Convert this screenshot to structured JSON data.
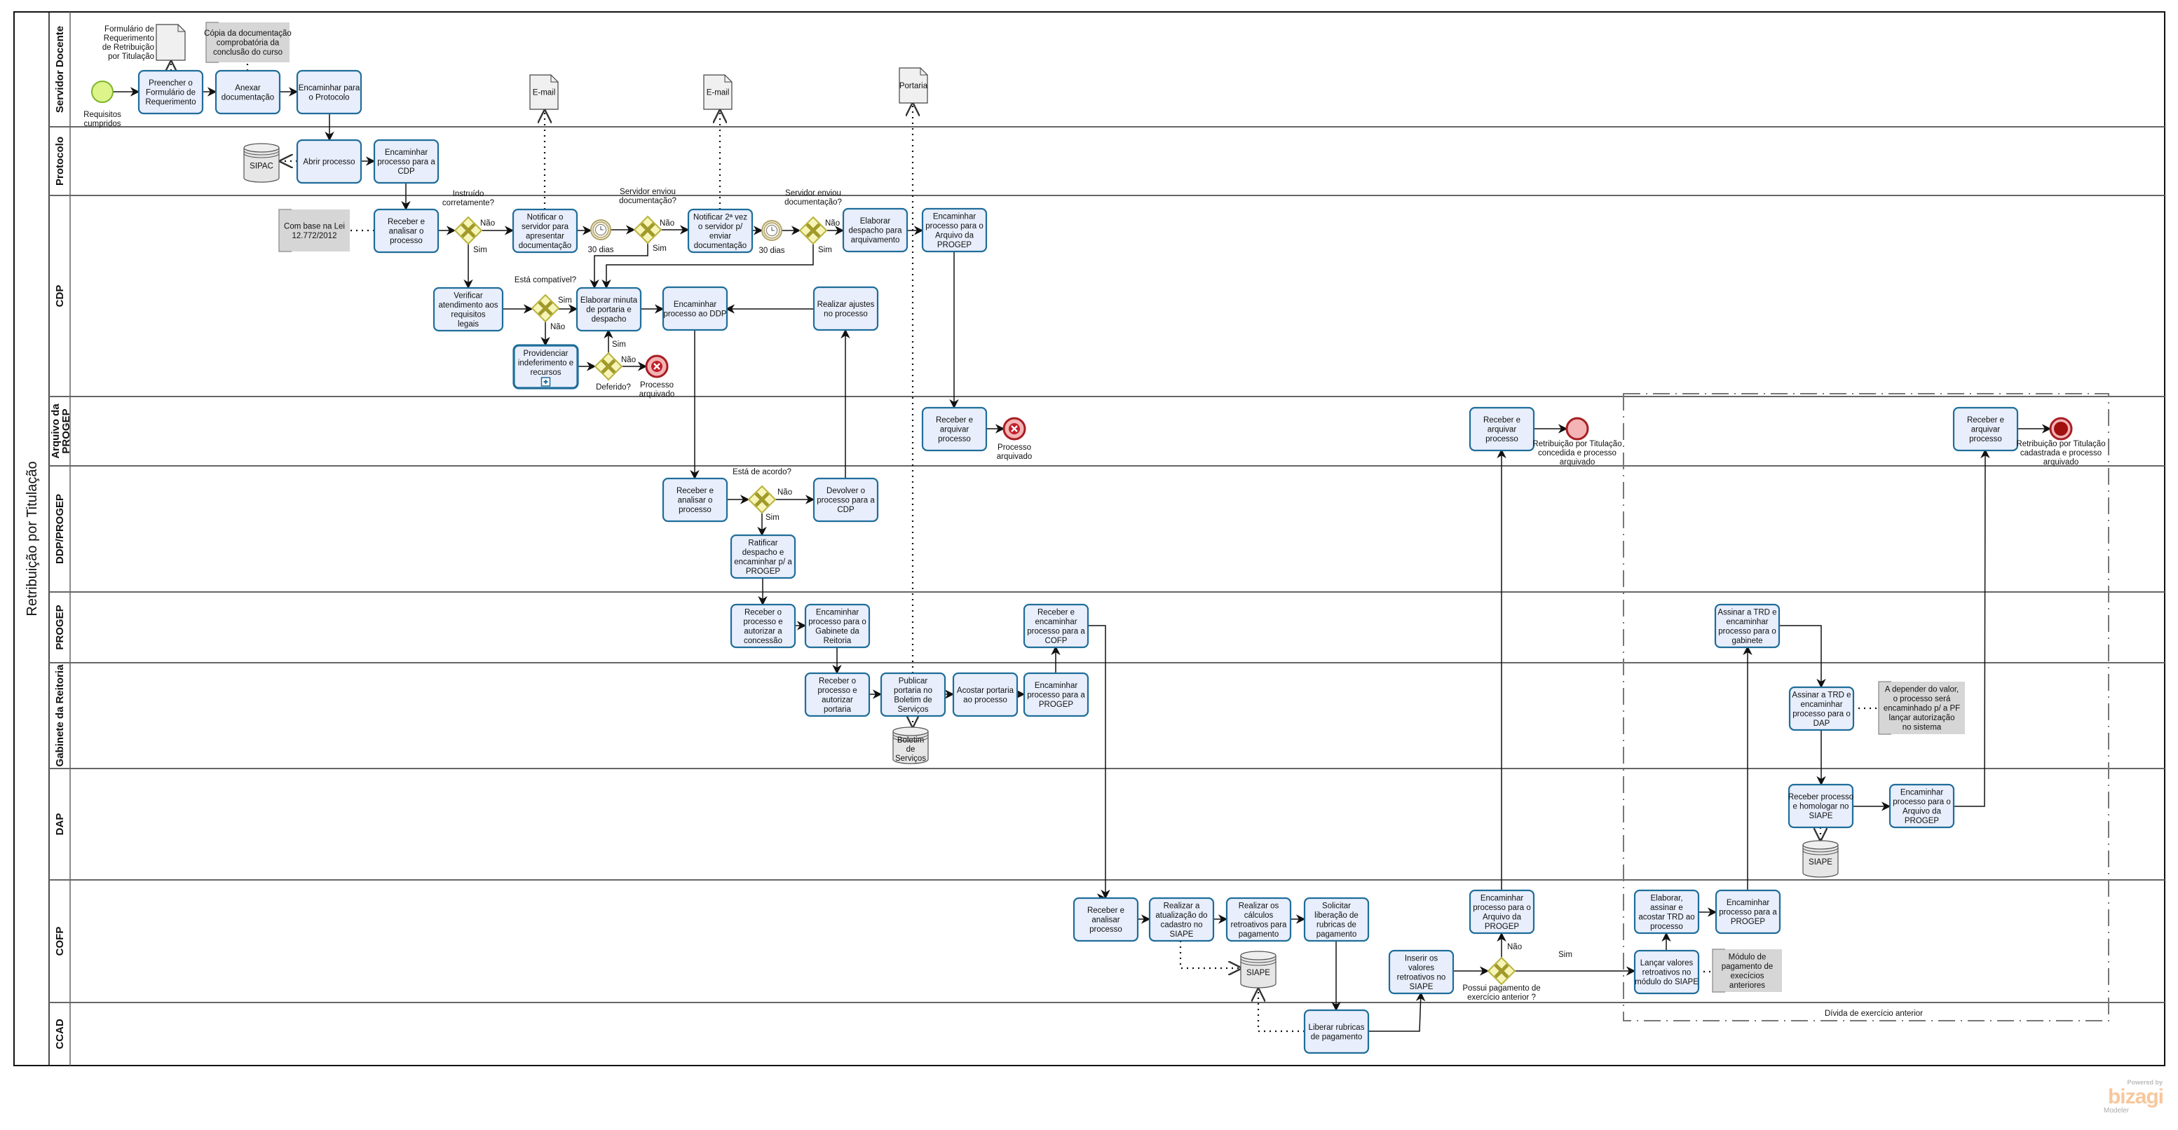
{
  "pool": {
    "title": "Retribuição por Titulação",
    "lanes": [
      {
        "id": "servidor",
        "label": "Servidor Docente"
      },
      {
        "id": "protocolo",
        "label": "Protocolo"
      },
      {
        "id": "cdp",
        "label": "CDP"
      },
      {
        "id": "arquivo",
        "label": "Arquivo da PROGEP"
      },
      {
        "id": "ddp",
        "label": "DDP/PROGEP"
      },
      {
        "id": "progep",
        "label": "PROGEP"
      },
      {
        "id": "gabinete",
        "label": "Gabinete da Reitoria"
      },
      {
        "id": "dap",
        "label": "DAP"
      },
      {
        "id": "cofp",
        "label": "COFP"
      },
      {
        "id": "ccad",
        "label": "CCAD"
      }
    ]
  },
  "events": {
    "start": {
      "label": "Requisitos cumpridos"
    },
    "end_error_cdp": {
      "label": "Processo arquivado"
    },
    "end_error_arquivo": {
      "label": "Processo arquivado"
    },
    "end_concedida": {
      "label": "Retribuição por Titulação concedida e processo arquivado"
    },
    "end_cadastrada": {
      "label": "Retribuição por Titulação cadastrada e processo arquivado"
    },
    "timer1": {
      "label": "30 dias"
    },
    "timer2": {
      "label": "30 dias"
    }
  },
  "tasks": {
    "preencher": "Preencher o Formulário de Requerimento",
    "anexar": "Anexar documentação",
    "encaminhar_protocolo": "Encaminhar para o Protocolo",
    "abrir_processo": "Abrir processo",
    "encaminhar_cdp": "Encaminhar processo para a CDP",
    "receber_analisar_cdp": "Receber e analisar o processo",
    "notificar": "Notificar o servidor para apresentar documentação",
    "notificar2": "Notificar 2ª vez o servidor p/ enviar documentação",
    "elaborar_despacho": "Elaborar despacho para arquivamento",
    "encaminhar_arquivo_cdp": "Encaminhar processo para o Arquivo da PROGEP",
    "verificar": "Verificar atendimento aos requisitos legais",
    "elaborar_minuta": "Elaborar minuta de portaria e despacho",
    "encaminhar_ddp": "Encaminhar processo ao DDP",
    "realizar_ajustes": "Realizar ajustes no processo",
    "providenciar": "Providenciar indeferimento e recursos",
    "receber_arquivar1": "Receber e arquivar processo",
    "receber_arquivar2": "Receber e arquivar processo",
    "receber_arquivar3": "Receber e arquivar processo",
    "receber_analisar_ddp": "Receber e analisar o processo",
    "devolver": "Devolver o processo para a CDP",
    "ratificar": "Ratificar despacho e encaminhar p/ a PROGEP",
    "autorizar_concessao": "Receber o processo e autorizar a concessão",
    "encaminhar_gabinete": "Encaminhar processo para o Gabinete da Reitoria",
    "receber_encaminhar_cofp": "Receber e encaminhar processo para a COFP",
    "assinar_trd_gabinete": "Assinar a TRD e encaminhar processo para o gabinete",
    "autorizar_portaria": "Receber o processo e autorizar portaria",
    "publicar_portaria": "Publicar portaria no Boletim de Serviços",
    "acostar_portaria": "Acostar portaria ao processo",
    "encaminhar_progep_gab": "Encaminhar processo para a PROGEP",
    "assinar_trd_dap": "Assinar a TRD e encaminhar processo para o DAP",
    "homologar": "Receber processo e homologar no SIAPE",
    "encaminhar_arquivo_dap": "Encaminhar processo para o Arquivo da PROGEP",
    "receber_analisar_cofp": "Receber e analisar processo",
    "atualizacao_siape": "Realizar a atualização do cadastro no SIAPE",
    "calculos": "Realizar os cálculos retroativos para pagamento",
    "solicitar_liberacao": "Solicitar liberação de rubricas de pagamento",
    "inserir_valores": "Inserir os valores retroativos no SIAPE",
    "encaminhar_arquivo_cofp": "Encaminhar processo para o Arquivo da PROGEP",
    "elaborar_trd": "Elaborar, assinar e acostar TRD ao processo",
    "encaminhar_progep_cofp": "Encaminhar processo para a PROGEP",
    "lancar_valores": "Lançar valores retroativos no módulo do SIAPE",
    "liberar_rubricas": "Liberar rubricas de pagamento"
  },
  "gateways": {
    "instruido": {
      "label": "Instruído corretamente?",
      "yes": "Sim",
      "no": "Não"
    },
    "enviou1": {
      "label": "Servidor enviou documentação?",
      "yes": "Sim",
      "no": "Não"
    },
    "enviou2": {
      "label": "Servidor enviou documentação?",
      "yes": "Sim",
      "no": "Não"
    },
    "compativel": {
      "label": "Está compatível?",
      "yes": "Sim",
      "no": "Não"
    },
    "deferido": {
      "label": "Deferido?",
      "yes": "Sim",
      "no": "Não"
    },
    "acordo": {
      "label": "Está de acordo?",
      "yes": "Sim",
      "no": "Não"
    },
    "exercicio_anterior": {
      "label": "Possui pagamento de exercício anterior ?",
      "yes": "Sim",
      "no": "Não"
    }
  },
  "artifacts": {
    "formulario_doc": "Formulário de Requerimento de Retribuição por Titulação",
    "copia_annotation": "Cópia da documentação comprobatória da conclusão do curso",
    "lei_annotation": "Com base na Lei 12.772/2012",
    "email1": "E-mail",
    "email2": "E-mail",
    "portaria_doc": "Portaria",
    "sipac_store": "SIPAC",
    "boletim_store": "Boletim de Serviços",
    "siape_store_cofp": "SIAPE",
    "siape_store_dap": "SIAPE",
    "depender_annotation": "A depender do valor, o processo será encaminhado p/ a PF lançar autorização no sistema",
    "modulo_annotation": "Módulo de pagamento de execícios anteriores",
    "group_label": "Dívida de exercício anterior"
  },
  "branding": {
    "powered": "Powered by",
    "name": "bizagi",
    "product": "Modeler"
  },
  "colors": {
    "task_fill": "#e8eefb",
    "task_stroke": "#1f6d9a",
    "gateway_fill": "#f6f4b6",
    "gateway_stroke": "#b8b33f",
    "gateway_mark": "#a19a2a",
    "start_fill": "#dcf48a",
    "start_stroke": "#7fb52b",
    "error_fill": "#f4b3b5",
    "error_stroke": "#a61e22",
    "timer_stroke": "#b2a468",
    "timer_fill": "#f4f1e2",
    "annotation_fill": "#d6d6d6",
    "doc_fill": "#f0f0f0",
    "lane_line": "#666666"
  }
}
